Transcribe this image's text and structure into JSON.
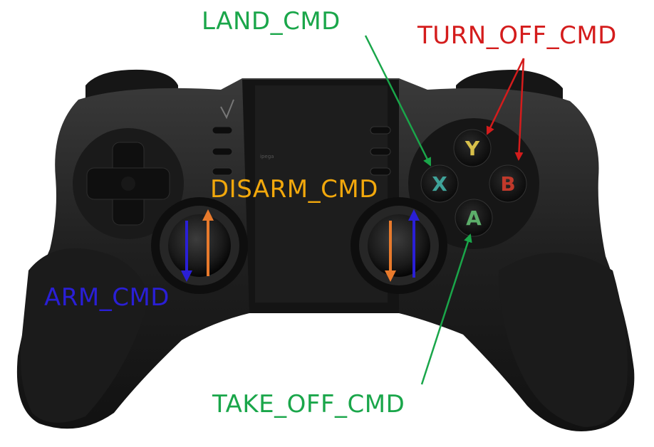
{
  "labels": {
    "land": "LAND_CMD",
    "turn_off": "TURN_OFF_CMD",
    "disarm": "DISARM_CMD",
    "arm": "ARM_CMD",
    "take_off": "TAKE_OFF_CMD"
  },
  "face_buttons": {
    "x": "X",
    "y": "Y",
    "b": "B",
    "a": "A"
  },
  "colors": {
    "land": "#1aa64a",
    "turn_off": "#d41c1c",
    "disarm": "#f2a80c",
    "arm": "#2a1fd6",
    "take_off": "#1aa64a",
    "arrow_orange": "#e87a2c",
    "arrow_blue": "#2a1fd6"
  }
}
